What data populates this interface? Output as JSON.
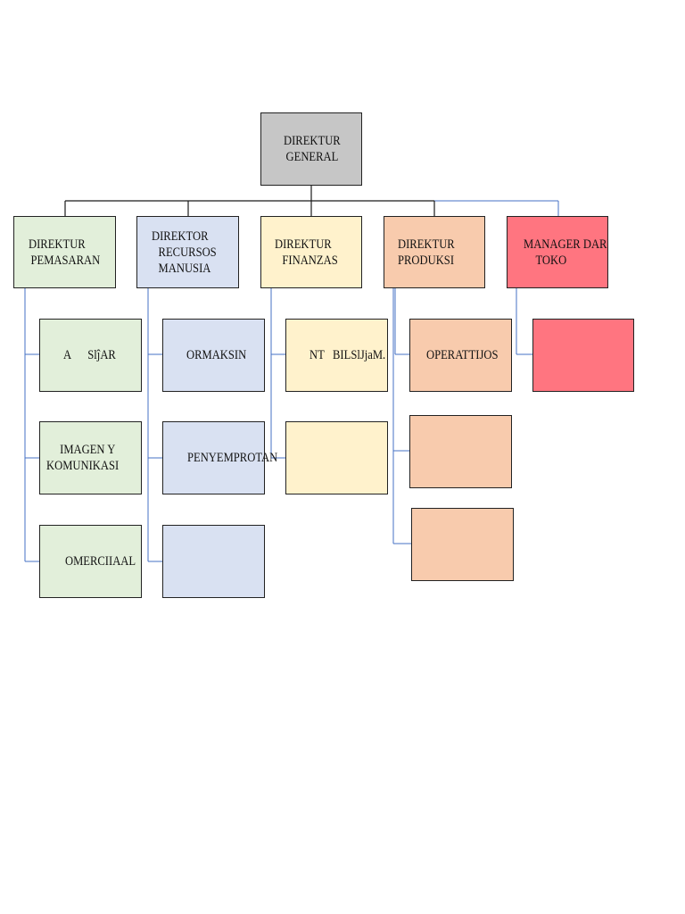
{
  "colors": {
    "general": "#c6c6c6",
    "pemasaran": "#e2efda",
    "recursos": "#d9e1f2",
    "finanzas": "#fff2cc",
    "produksi": "#f8cbad",
    "toko": "#ff7580",
    "line_dark": "#1a1a1a",
    "line_blue": "#4472c4"
  },
  "org": {
    "general": {
      "line1": "DIREKTUR",
      "line2": "GENERAL"
    },
    "pemasaran": {
      "line1": "DIREKTUR",
      "line2": "PEMASARAN"
    },
    "recursos": {
      "line1": "DIREKTOR",
      "line2": "RECURSOS",
      "line3": "MANUSIA"
    },
    "finanzas": {
      "line1": "DIREKTUR",
      "line2": "FINANZAS"
    },
    "produksi": {
      "line1": "DIREKTUR",
      "line2": "PRODUKSI"
    },
    "toko": {
      "line1": "MANAGER DARI",
      "line2": "TOKO"
    },
    "sub": {
      "pemasaran_1": "A      SlĵAR",
      "pemasaran_2_line1": "IMAGEN Y",
      "pemasaran_2_line2": "KOMUNIKASI",
      "pemasaran_3": "OMERCIIAAL",
      "recursos_1": "ORMAKSIN",
      "recursos_2": "PENYEMPROTAN",
      "recursos_3": "",
      "finanzas_1": "NT   BILSlJjaM.",
      "finanzas_2": "",
      "produksi_1": "OPERATTIJOS",
      "produksi_2": "",
      "produksi_3": "",
      "toko_1": ""
    }
  }
}
